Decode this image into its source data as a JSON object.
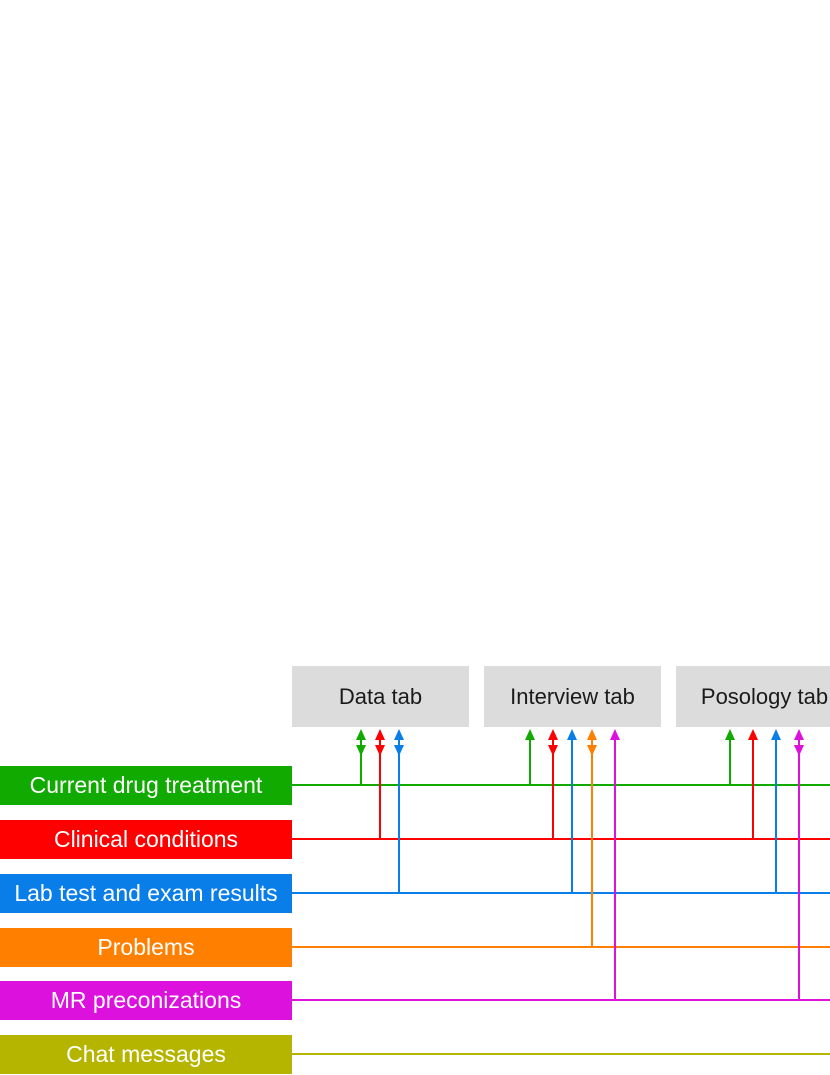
{
  "tabs": [
    {
      "label": "Data tab"
    },
    {
      "label": "Interview tab"
    },
    {
      "label": "Posology tab"
    }
  ],
  "sources": [
    {
      "label": "Current drug treatment",
      "color": "#11aa00"
    },
    {
      "label": "Clinical conditions",
      "color": "#ff0000"
    },
    {
      "label": "Lab test and exam results",
      "color": "#0a7ee8"
    },
    {
      "label": "Problems",
      "color": "#ff7f00"
    },
    {
      "label": "MR preconizations",
      "color": "#dd11dd"
    },
    {
      "label": "Chat messages",
      "color": "#b5b500"
    }
  ],
  "connections": [
    {
      "tab": "Data tab",
      "source": "Current drug treatment",
      "direction": "both"
    },
    {
      "tab": "Data tab",
      "source": "Clinical conditions",
      "direction": "both"
    },
    {
      "tab": "Data tab",
      "source": "Lab test and exam results",
      "direction": "both"
    },
    {
      "tab": "Interview tab",
      "source": "Current drug treatment",
      "direction": "to-tab"
    },
    {
      "tab": "Interview tab",
      "source": "Clinical conditions",
      "direction": "both"
    },
    {
      "tab": "Interview tab",
      "source": "Lab test and exam results",
      "direction": "to-tab"
    },
    {
      "tab": "Interview tab",
      "source": "Problems",
      "direction": "both"
    },
    {
      "tab": "Interview tab",
      "source": "MR preconizations",
      "direction": "to-tab"
    },
    {
      "tab": "Posology tab",
      "source": "Current drug treatment",
      "direction": "to-tab"
    },
    {
      "tab": "Posology tab",
      "source": "Clinical conditions",
      "direction": "to-tab"
    },
    {
      "tab": "Posology tab",
      "source": "Lab test and exam results",
      "direction": "to-tab"
    },
    {
      "tab": "Posology tab",
      "source": "MR preconizations",
      "direction": "both"
    }
  ]
}
